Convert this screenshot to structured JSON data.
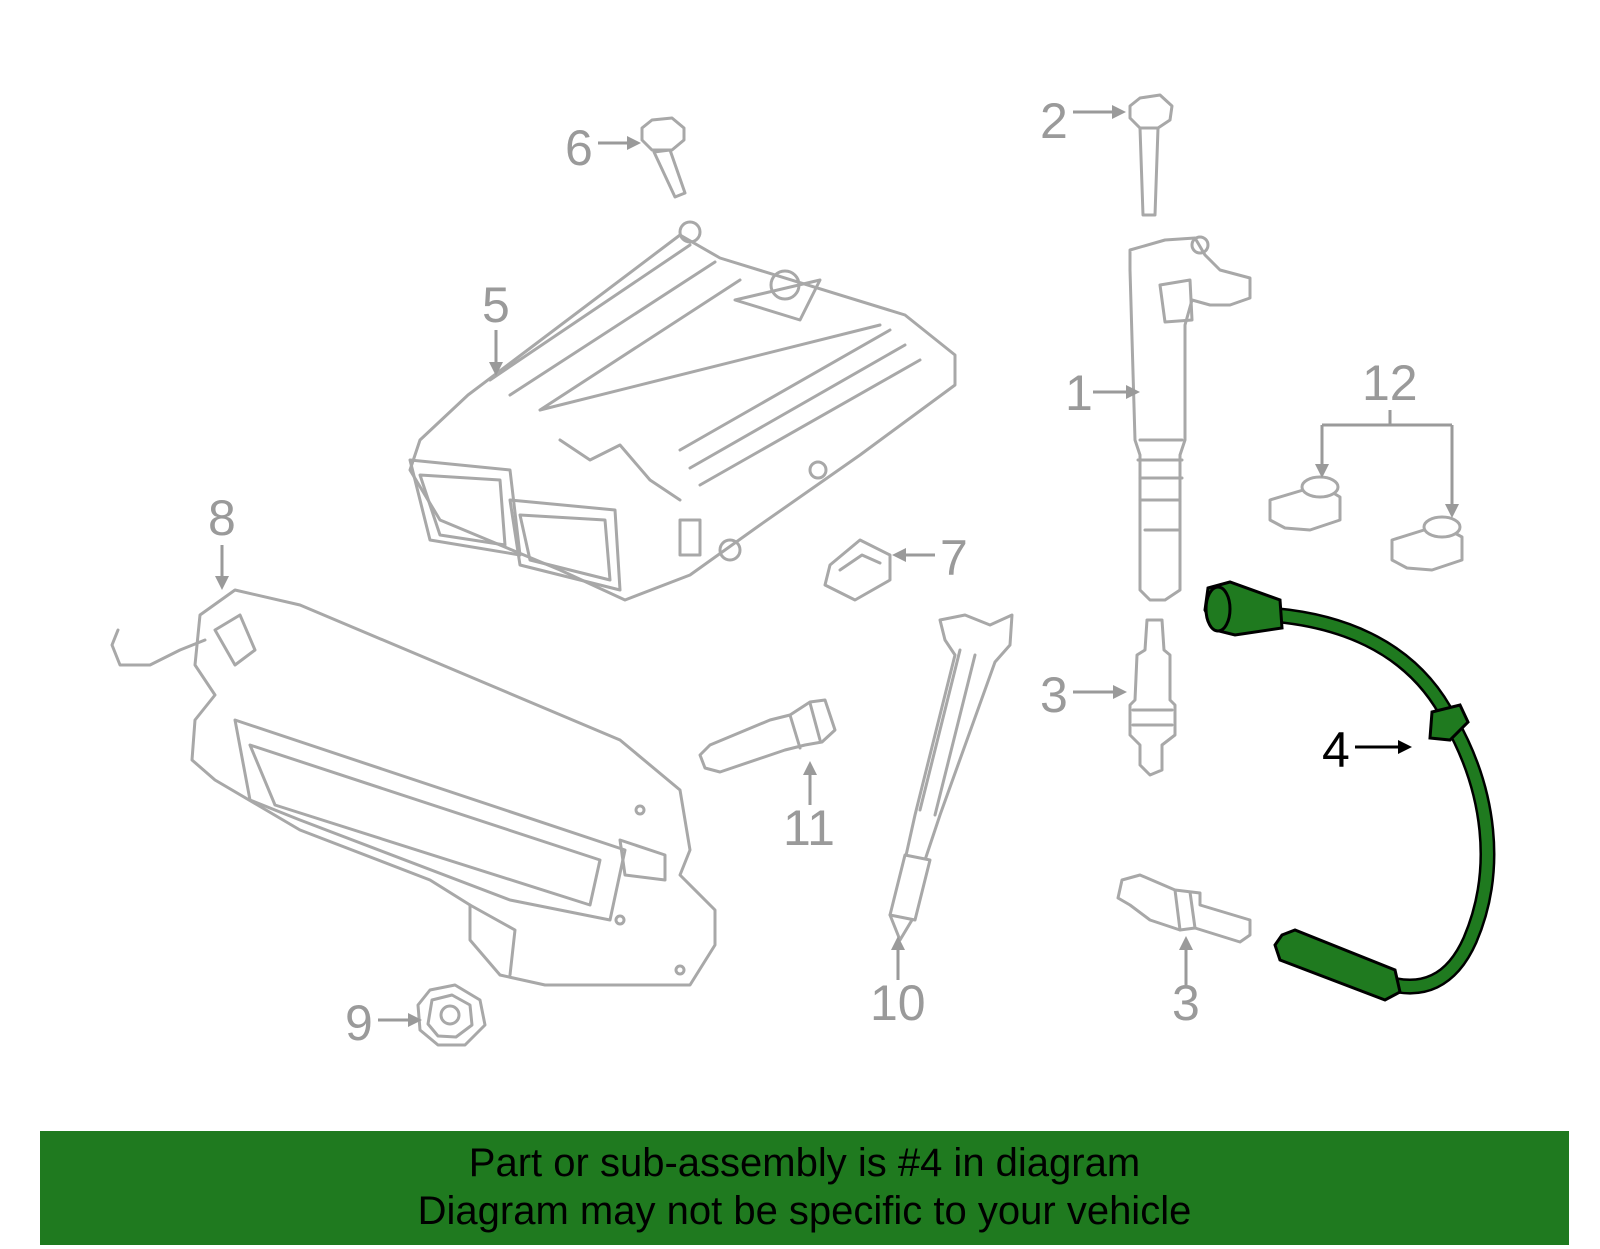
{
  "callouts": [
    {
      "id": "1",
      "label": "1"
    },
    {
      "id": "2",
      "label": "2"
    },
    {
      "id": "3a",
      "label": "3"
    },
    {
      "id": "3b",
      "label": "3"
    },
    {
      "id": "4",
      "label": "4"
    },
    {
      "id": "5",
      "label": "5"
    },
    {
      "id": "6",
      "label": "6"
    },
    {
      "id": "7",
      "label": "7"
    },
    {
      "id": "8",
      "label": "8"
    },
    {
      "id": "9",
      "label": "9"
    },
    {
      "id": "10",
      "label": "10"
    },
    {
      "id": "11",
      "label": "11"
    },
    {
      "id": "12",
      "label": "12"
    }
  ],
  "highlighted_part": "4",
  "banner": {
    "line1": "Part or sub-assembly is #4 in diagram",
    "line2": "Diagram may not be specific to your vehicle"
  },
  "colors": {
    "highlight": "#1f7a1f",
    "outline": "#a8a8a8",
    "callout_text": "#9a9a9a"
  }
}
